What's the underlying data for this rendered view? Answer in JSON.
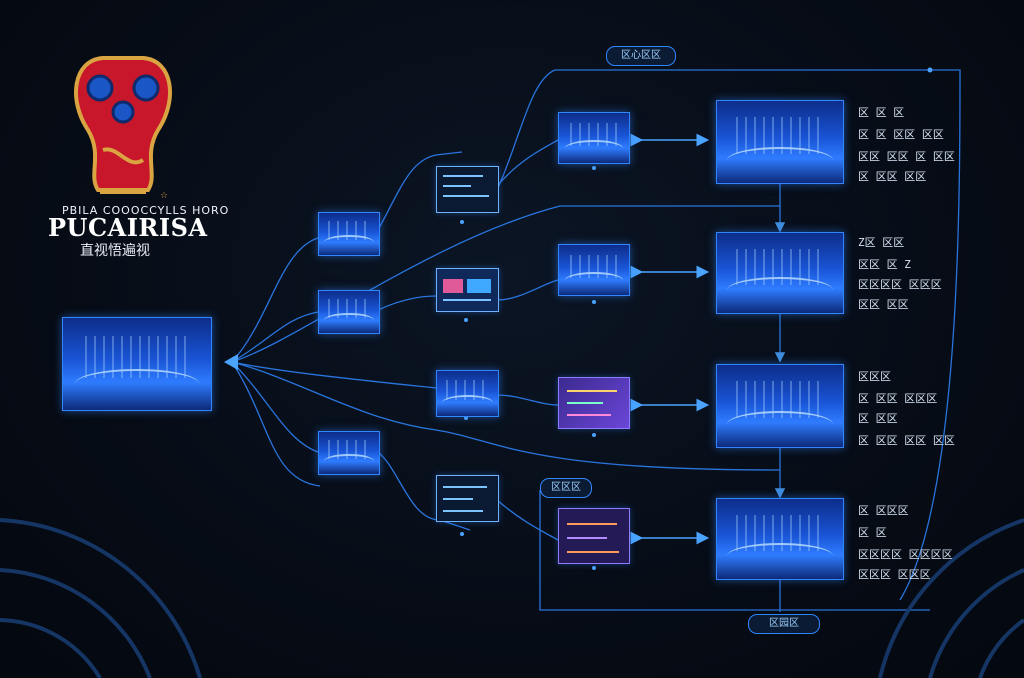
{
  "logo": {
    "small_text": "PBILA COOOCCYLLS HORO",
    "main_text": "PUCAIRISA",
    "sub_text": "直视悟遍视",
    "mark": "☆"
  },
  "pills": {
    "top": "区心区区",
    "middle": "区区区",
    "bottom": "区园区"
  },
  "notes": {
    "row1": [
      "区 区 区",
      "区 区 区区 区区",
      "区区 区区 区 区区",
      "区 区区 区区"
    ],
    "row2": [
      "Z区 区区",
      "区区 区 Z",
      "区区区区 区区区",
      "区区 区区"
    ],
    "row3": [
      "区区区",
      "区 区区 区区区",
      "区 区区",
      "区 区区 区区 区区"
    ],
    "row4": [
      "区 区区区",
      "区 区",
      "区区区区 区区区区",
      "区区区 区区区"
    ]
  },
  "colors": {
    "line": "#2f86ff",
    "glow": "#4aa3ff",
    "logo_red": "#c8162b",
    "logo_gold": "#d9a441"
  }
}
